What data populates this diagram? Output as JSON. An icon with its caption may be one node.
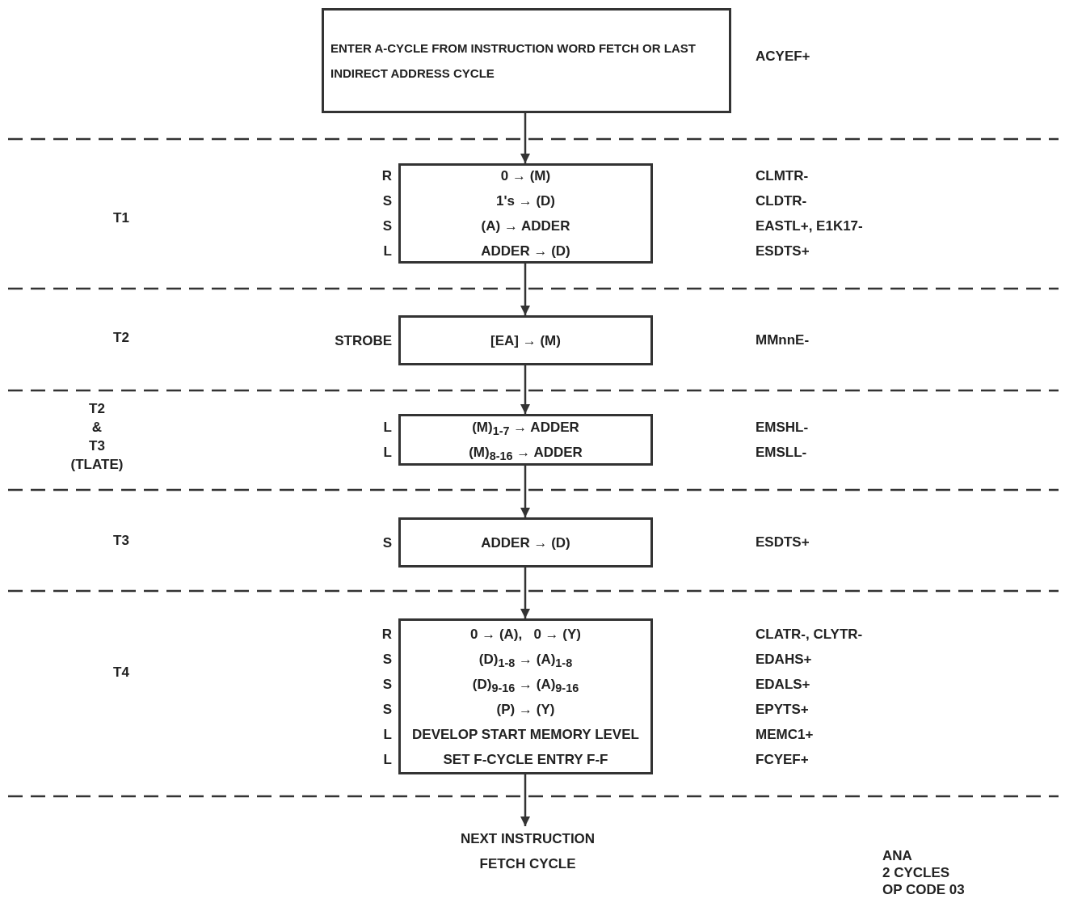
{
  "diagram": {
    "nodes": [
      {
        "text": [
          "ENTER A-CYCLE FROM INSTRUCTION WORD FETCH OR LAST INDIRECT ADDRESS CYCLE"
        ],
        "beside": [
          "ACYEF+"
        ]
      },
      {
        "text": [
          "0 → (M)",
          "1's → (D)",
          "(A) → ADDER",
          "ADDER → (D)"
        ],
        "beside": [
          "R",
          "S",
          "S",
          "L",
          "CLMTR-",
          "CLDTR-",
          "EASTL+, E1K17-",
          "ESDTS+"
        ]
      },
      {
        "text": [
          "[EA] → (M)"
        ],
        "beside": [
          "STROBE"
        ]
      },
      {
        "text": [
          "(M)$_{1-7}$ → ADDER",
          "(M)$_{8-16}$ → ADDER"
        ],
        "beside": [
          "L",
          "L",
          "EMSHL-",
          "EMSLL-"
        ]
      },
      {
        "text": [
          "ADDER → (D)"
        ],
        "beside": [
          "S"
        ]
      },
      {
        "text": [
          "0 → (A),   0 → (Y)",
          "(D)$_{1-8}$ → (A)$_{1-8}$",
          "(D)$_{9-16}$ → (A)$_{9-16}$",
          "(P) → (Y)",
          "DEVELOP START MEMORY LEVEL",
          "SET F-CYCLE ENTRY F-F"
        ],
        "beside": [
          "R",
          "S",
          "S",
          "S",
          "L",
          "L",
          "CLATR-, CLYTR-",
          "EDAHS+",
          "EDALS+",
          "EPYTS+",
          "MEMC1+",
          "FCYEF+"
        ]
      },
      {
        "text": [
          "NEXT INSTRUCTION FETCH CYCLE"
        ]
      }
    ],
    "edges": [
      {
        "from": 0,
        "to": 1,
        "arrow": "to"
      },
      {
        "from": 1,
        "to": 2,
        "arrow": "to"
      },
      {
        "from": 2,
        "to": 3,
        "arrow": "to"
      },
      {
        "from": 3,
        "to": 4,
        "arrow": "to"
      },
      {
        "from": 4,
        "to": 5,
        "arrow": "to"
      },
      {
        "from": 5,
        "to": 6,
        "arrow": "to"
      }
    ],
    "labels": [
      "T1",
      "T2",
      "MMnnE-",
      "T2 & T3 (TLATE)",
      "T3",
      "ESDTS+",
      "T4",
      "ANA",
      "2 CYCLES",
      "OP CODE 03"
    ]
  }
}
